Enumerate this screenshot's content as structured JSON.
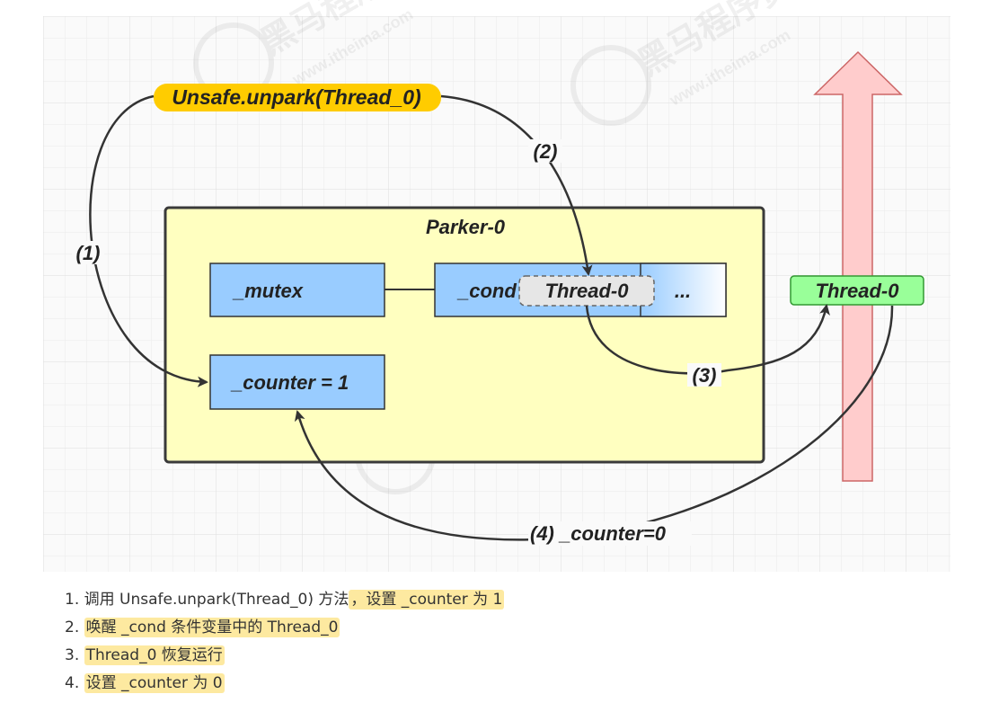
{
  "diagram": {
    "call_label": "Unsafe.unpark(Thread_0)",
    "parker_title": "Parker-0",
    "mutex_label": "_mutex",
    "cond_label": "_cond",
    "cond_thread_label": "Thread-0",
    "cond_more_label": "...",
    "counter_label": "_counter = 1",
    "thread_label": "Thread-0",
    "step1_label": "(1)",
    "step2_label": "(2)",
    "step3_label": "(3)",
    "step4_label": "(4) _counter=0",
    "colors": {
      "highlight": "#ffcc00",
      "parker_fill": "#ffffc0",
      "field_fill": "#99ccff",
      "thread_fill": "#99ff99",
      "arrow_fill": "#ffcccc",
      "queue_item_fill": "#e6e6e6",
      "edge": "#333333"
    }
  },
  "watermark": {
    "brand": "黑马程序员",
    "url": "www.itheima.com"
  },
  "notes": [
    {
      "num": "1.",
      "plain": "调用 Unsafe.unpark(Thread_0) 方法",
      "highlight": "，设置 _counter 为 1"
    },
    {
      "num": "2.",
      "plain": "",
      "highlight": "唤醒 _cond 条件变量中的 Thread_0"
    },
    {
      "num": "3.",
      "plain": "",
      "highlight": "Thread_0 恢复运行"
    },
    {
      "num": "4.",
      "plain": "",
      "highlight": "设置 _counter 为 0"
    }
  ]
}
